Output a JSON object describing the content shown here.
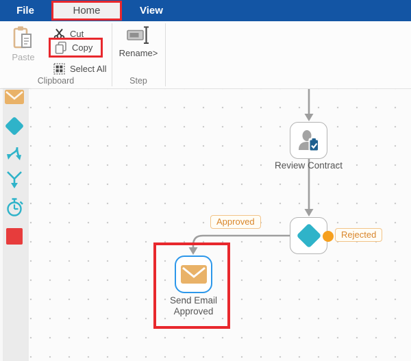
{
  "menubar": {
    "file": "File",
    "home": "Home",
    "view": "View"
  },
  "ribbon": {
    "paste": "Paste",
    "cut": "Cut",
    "copy": "Copy",
    "select_all": "Select All",
    "rename": "Rename>",
    "clipboard_label": "Clipboard",
    "step_label": "Step"
  },
  "sidebar": {
    "tools": [
      {
        "name": "email-step",
        "icon": "envelope-icon"
      },
      {
        "name": "decision-step",
        "icon": "diamond-icon"
      },
      {
        "name": "split-step",
        "icon": "split-arrows-icon"
      },
      {
        "name": "merge-step",
        "icon": "merge-arrows-icon"
      },
      {
        "name": "timer-step",
        "icon": "timer-icon"
      },
      {
        "name": "end-step",
        "icon": "end-square-icon"
      }
    ]
  },
  "canvas": {
    "review_label": "Review Contract",
    "approved_label": "Approved",
    "rejected_label": "Rejected",
    "send_line1": "Send Email",
    "send_line2": "Approved"
  },
  "colors": {
    "topbar_blue": "#1355a4",
    "highlight_red": "#e8282d",
    "accent_cyan": "#2fb3c9",
    "envelope_orange": "#e9b268",
    "branch_orange": "#d9862b",
    "orange_dot": "#f6a01f",
    "selection_blue": "#2c97ea",
    "connector_gray": "#9e9e9e",
    "end_red": "#e73c3c",
    "badge_blue": "#1f608f"
  }
}
